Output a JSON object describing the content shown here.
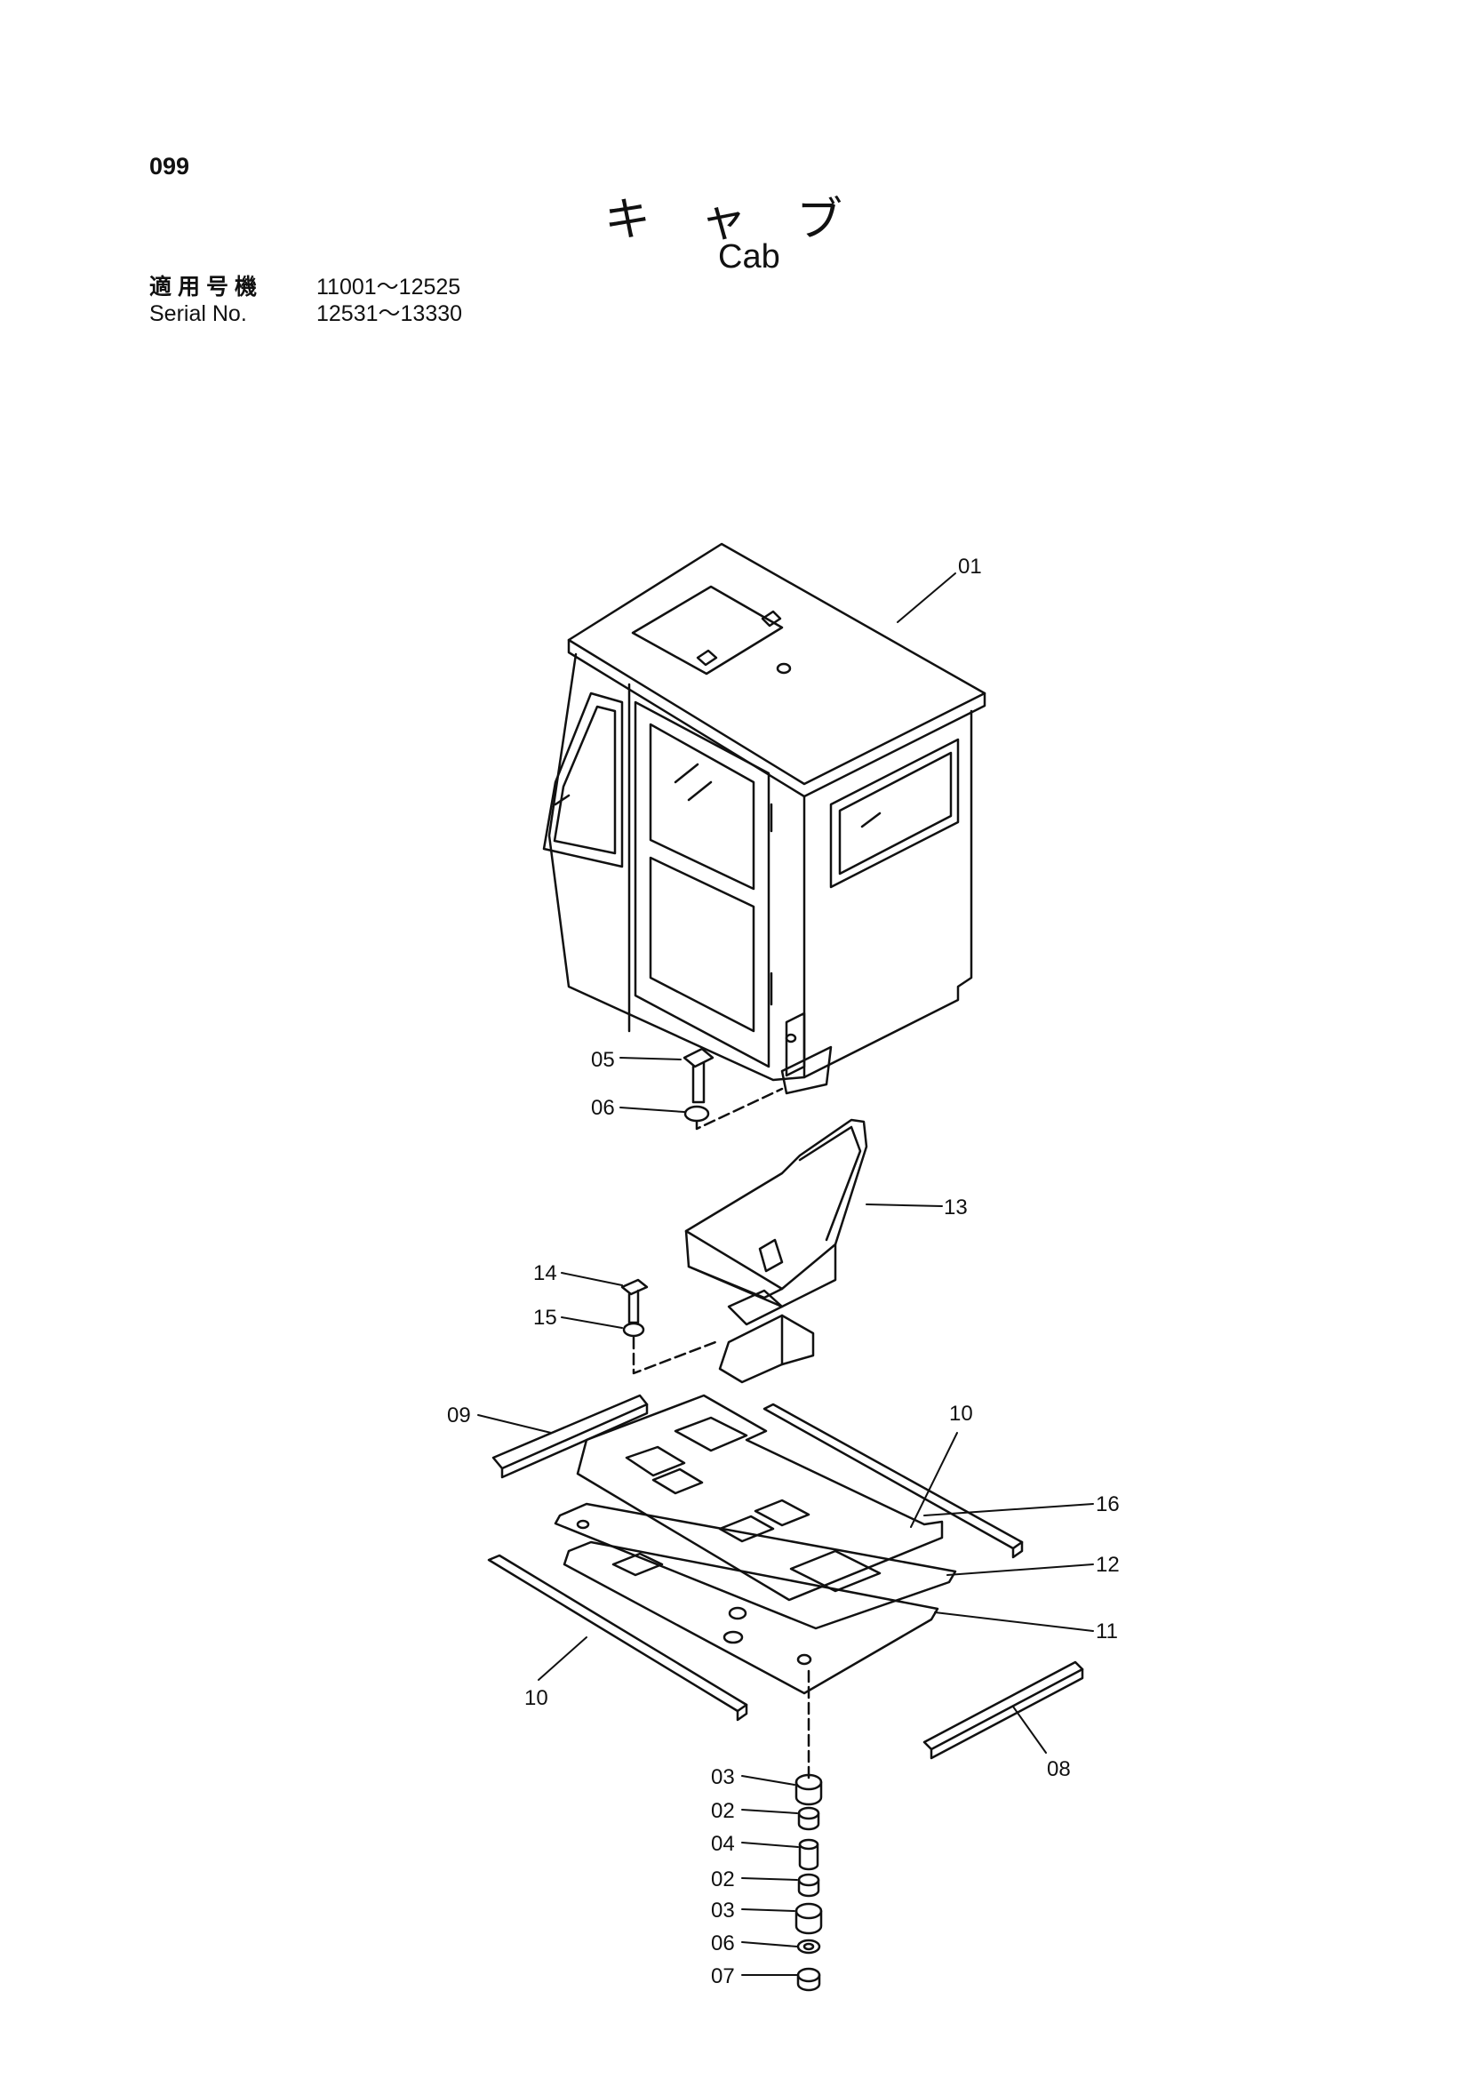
{
  "page_number": "099",
  "title_jp": "キャブ",
  "title_en": "Cab",
  "serial": {
    "label_jp": "適用号機",
    "label_en": "Serial No.",
    "range_1": "11001～12525",
    "range_2": "12531～13330"
  },
  "callouts": {
    "c01": "01",
    "c05": "05",
    "c06a": "06",
    "c13": "13",
    "c14": "14",
    "c15": "15",
    "c09": "09",
    "c10a": "10",
    "c16": "16",
    "c12": "12",
    "c11": "11",
    "c10b": "10",
    "c08": "08",
    "c03a": "03",
    "c02a": "02",
    "c04": "04",
    "c02b": "02",
    "c03b": "03",
    "c06b": "06",
    "c07": "07"
  }
}
